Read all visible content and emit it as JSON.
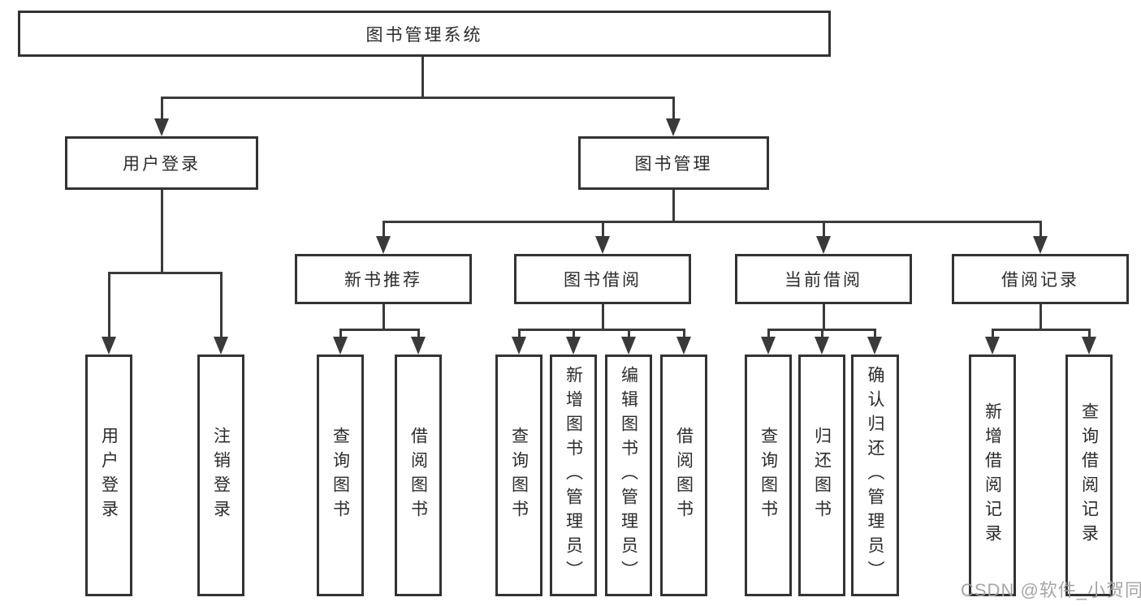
{
  "diagram_title": "图书管理系统",
  "tree": {
    "root": {
      "label": "图书管理系统",
      "children": [
        {
          "label": "用户登录",
          "children": [
            {
              "label": "用户登录"
            },
            {
              "label": "注销登录"
            }
          ]
        },
        {
          "label": "图书管理",
          "children": [
            {
              "label": "新书推荐",
              "children": [
                {
                  "label": "查询图书"
                },
                {
                  "label": "借阅图书"
                }
              ]
            },
            {
              "label": "图书借阅",
              "children": [
                {
                  "label": "查询图书"
                },
                {
                  "label": "新增图书（管理员）"
                },
                {
                  "label": "编辑图书（管理员）"
                },
                {
                  "label": "借阅图书"
                }
              ]
            },
            {
              "label": "当前借阅",
              "children": [
                {
                  "label": "查询图书"
                },
                {
                  "label": "归还图书"
                },
                {
                  "label": "确认归还（管理员）"
                }
              ]
            },
            {
              "label": "借阅记录",
              "children": [
                {
                  "label": "新增借阅记录"
                },
                {
                  "label": "查询借阅记录"
                }
              ]
            }
          ]
        }
      ]
    }
  },
  "watermark": {
    "text": "CSDN @软件_小贺同学"
  },
  "colors": {
    "background": "#ffffff",
    "box_border": "#333333",
    "connector": "#3a3a3a",
    "text": "#2b2b2b",
    "watermark": "#9e9e9e"
  }
}
